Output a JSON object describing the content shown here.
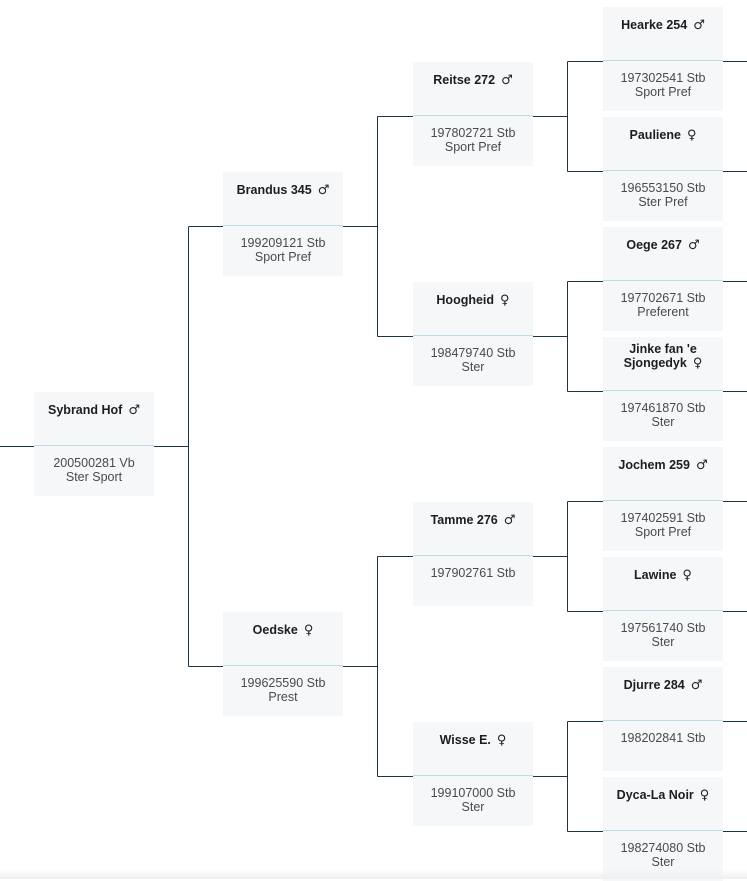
{
  "pedigree": {
    "subject": {
      "name": "Sybrand Hof",
      "sex": "male",
      "registration": "200500281 Vb",
      "predicate": "Ster Sport"
    },
    "sire": {
      "name": "Brandus 345",
      "sex": "male",
      "registration": "199209121 Stb",
      "predicate": "Sport Pref"
    },
    "dam": {
      "name": "Oedske",
      "sex": "female",
      "registration": "199625590 Stb",
      "predicate": "Prest"
    },
    "sire_sire": {
      "name": "Reitse 272",
      "sex": "male",
      "registration": "197802721 Stb",
      "predicate": "Sport Pref"
    },
    "sire_dam": {
      "name": "Hoogheid",
      "sex": "female",
      "registration": "198479740 Stb",
      "predicate": "Ster"
    },
    "dam_sire": {
      "name": "Tamme 276",
      "sex": "male",
      "registration": "197902761 Stb",
      "predicate": ""
    },
    "dam_dam": {
      "name": "Wisse E.",
      "sex": "female",
      "registration": "199107000 Stb",
      "predicate": "Ster"
    },
    "sire_sire_sire": {
      "name": "Hearke 254",
      "sex": "male",
      "registration": "197302541 Stb",
      "predicate": "Sport Pref"
    },
    "sire_sire_dam": {
      "name": "Pauliene",
      "sex": "female",
      "registration": "196553150 Stb",
      "predicate": "Ster Pref"
    },
    "sire_dam_sire": {
      "name": "Oege 267",
      "sex": "male",
      "registration": "197702671 Stb",
      "predicate": "Preferent"
    },
    "sire_dam_dam": {
      "name_line1": "Jinke fan 'e",
      "name_line2": "Sjongedyk",
      "sex": "female",
      "registration": "197461870 Stb",
      "predicate": "Ster"
    },
    "dam_sire_sire": {
      "name": "Jochem 259",
      "sex": "male",
      "registration": "197402591 Stb",
      "predicate": "Sport Pref"
    },
    "dam_sire_dam": {
      "name": "Lawine",
      "sex": "female",
      "registration": "197561740 Stb",
      "predicate": "Ster"
    },
    "dam_dam_sire": {
      "name": "Djurre 284",
      "sex": "male",
      "registration": "198202841 Stb",
      "predicate": ""
    },
    "dam_dam_dam": {
      "name": "Dyca-La Noir",
      "sex": "female",
      "registration": "198274080 Stb",
      "predicate": "Ster"
    }
  },
  "icons": {
    "male": "♂",
    "female": "♀"
  },
  "colors": {
    "connector": "#1f3340",
    "card_background": "#f5f7f9",
    "card_divider": "#bcdde3"
  }
}
